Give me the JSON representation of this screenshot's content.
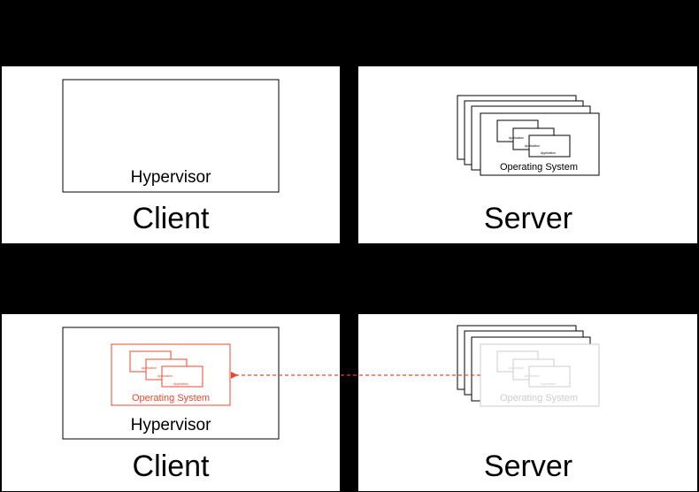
{
  "colors": {
    "background": "#000000",
    "panel": "#ffffff",
    "stroke": "#000000",
    "migrated": "#e8472e",
    "ghost": "#cccccc"
  },
  "top_row": {
    "client": {
      "hypervisor_label": "Hypervisor",
      "caption": "Client"
    },
    "server": {
      "os_label": "Operating System",
      "app_label": "Application",
      "caption": "Server"
    }
  },
  "bottom_row": {
    "client": {
      "os_label": "Operating System",
      "app_label": "Application",
      "hypervisor_label": "Hypervisor",
      "caption": "Client"
    },
    "server": {
      "os_label": "Operating System",
      "app_label": "Application",
      "caption": "Server"
    },
    "arrow": "migration-arrow"
  }
}
